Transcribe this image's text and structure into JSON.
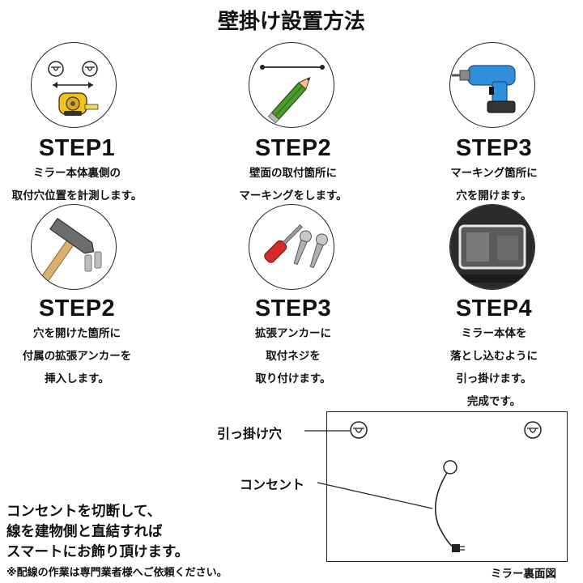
{
  "title": "壁掛け設置方法",
  "steps": [
    {
      "label": "STEP1",
      "lines": [
        "ミラー本体裏側の",
        "取付穴位置を計測します。"
      ],
      "icon": "tape-measure-icon"
    },
    {
      "label": "STEP2",
      "lines": [
        "壁面の取付箇所に",
        "マーキングをします。"
      ],
      "icon": "pencil-icon"
    },
    {
      "label": "STEP3",
      "lines": [
        "マーキング箇所に",
        "穴を開けます。"
      ],
      "icon": "drill-icon"
    },
    {
      "label": "STEP2",
      "lines": [
        "穴を開けた箇所に",
        "付属の拡張アンカーを",
        "挿入します。"
      ],
      "icon": "hammer-icon"
    },
    {
      "label": "STEP3",
      "lines": [
        "拡張アンカーに",
        "取付ネジを",
        "取り付けます。"
      ],
      "icon": "screwdriver-icon"
    },
    {
      "label": "STEP4",
      "lines": [
        "ミラー本体を",
        "落とし込むように",
        "引っ掛けます。",
        "完成です。"
      ],
      "icon": "mirror-photo-icon"
    }
  ],
  "diagram": {
    "hook_label": "引っ掛け穴",
    "outlet_label": "コンセント",
    "caption": "ミラー裏面図"
  },
  "note": {
    "lines": [
      "コンセントを切断して、",
      "線を建物側と直結すれば",
      "スマートにお飾り頂けます。"
    ],
    "caution": "※配線の作業は専門業者様へご依頼ください。"
  },
  "colors": {
    "tape_yellow": "#f2c21b",
    "pencil_green": "#4a9a2c",
    "drill_blue": "#2f8fd8",
    "hammer_handle": "#d9b070",
    "screwdriver_red": "#d42a2a"
  }
}
